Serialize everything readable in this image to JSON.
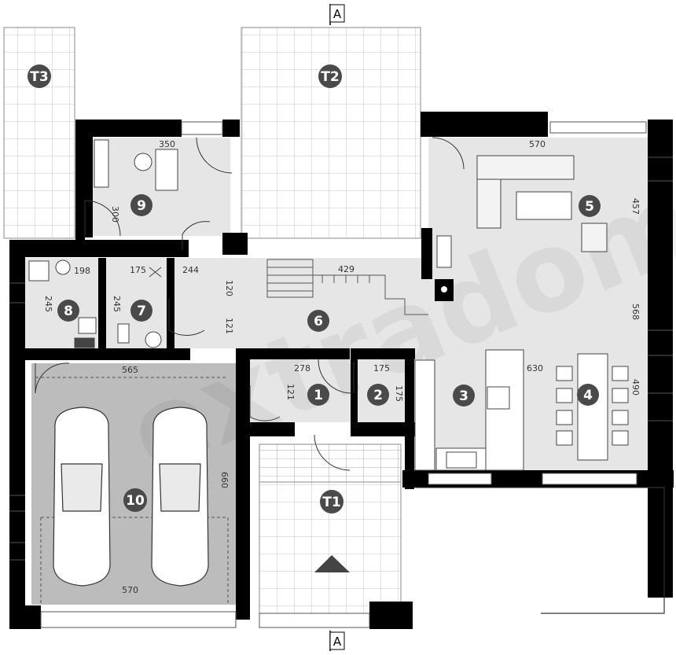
{
  "plan": {
    "section_marks": {
      "top": "A",
      "bottom": "A"
    },
    "watermark": "extradom",
    "rooms": [
      {
        "id": "r1",
        "label": "1",
        "dims": [
          "278",
          "121"
        ]
      },
      {
        "id": "r2",
        "label": "2",
        "dims": [
          "175",
          "175"
        ]
      },
      {
        "id": "r3",
        "label": "3",
        "dims": []
      },
      {
        "id": "r4",
        "label": "4",
        "dims": [
          "630",
          "490"
        ]
      },
      {
        "id": "r5",
        "label": "5",
        "dims": [
          "570",
          "457"
        ]
      },
      {
        "id": "r6",
        "label": "6",
        "dims": [
          "429",
          "244",
          "120",
          "121",
          "568"
        ]
      },
      {
        "id": "r7",
        "label": "7",
        "dims": [
          "175",
          "245"
        ]
      },
      {
        "id": "r8",
        "label": "8",
        "dims": [
          "198",
          "245"
        ]
      },
      {
        "id": "r9",
        "label": "9",
        "dims": [
          "350",
          "300"
        ]
      },
      {
        "id": "r10",
        "label": "10",
        "dims": [
          "565",
          "570",
          "660"
        ]
      },
      {
        "id": "t1",
        "label": "T1",
        "dims": []
      },
      {
        "id": "t2",
        "label": "T2",
        "dims": []
      },
      {
        "id": "t3",
        "label": "T3",
        "dims": []
      }
    ]
  }
}
